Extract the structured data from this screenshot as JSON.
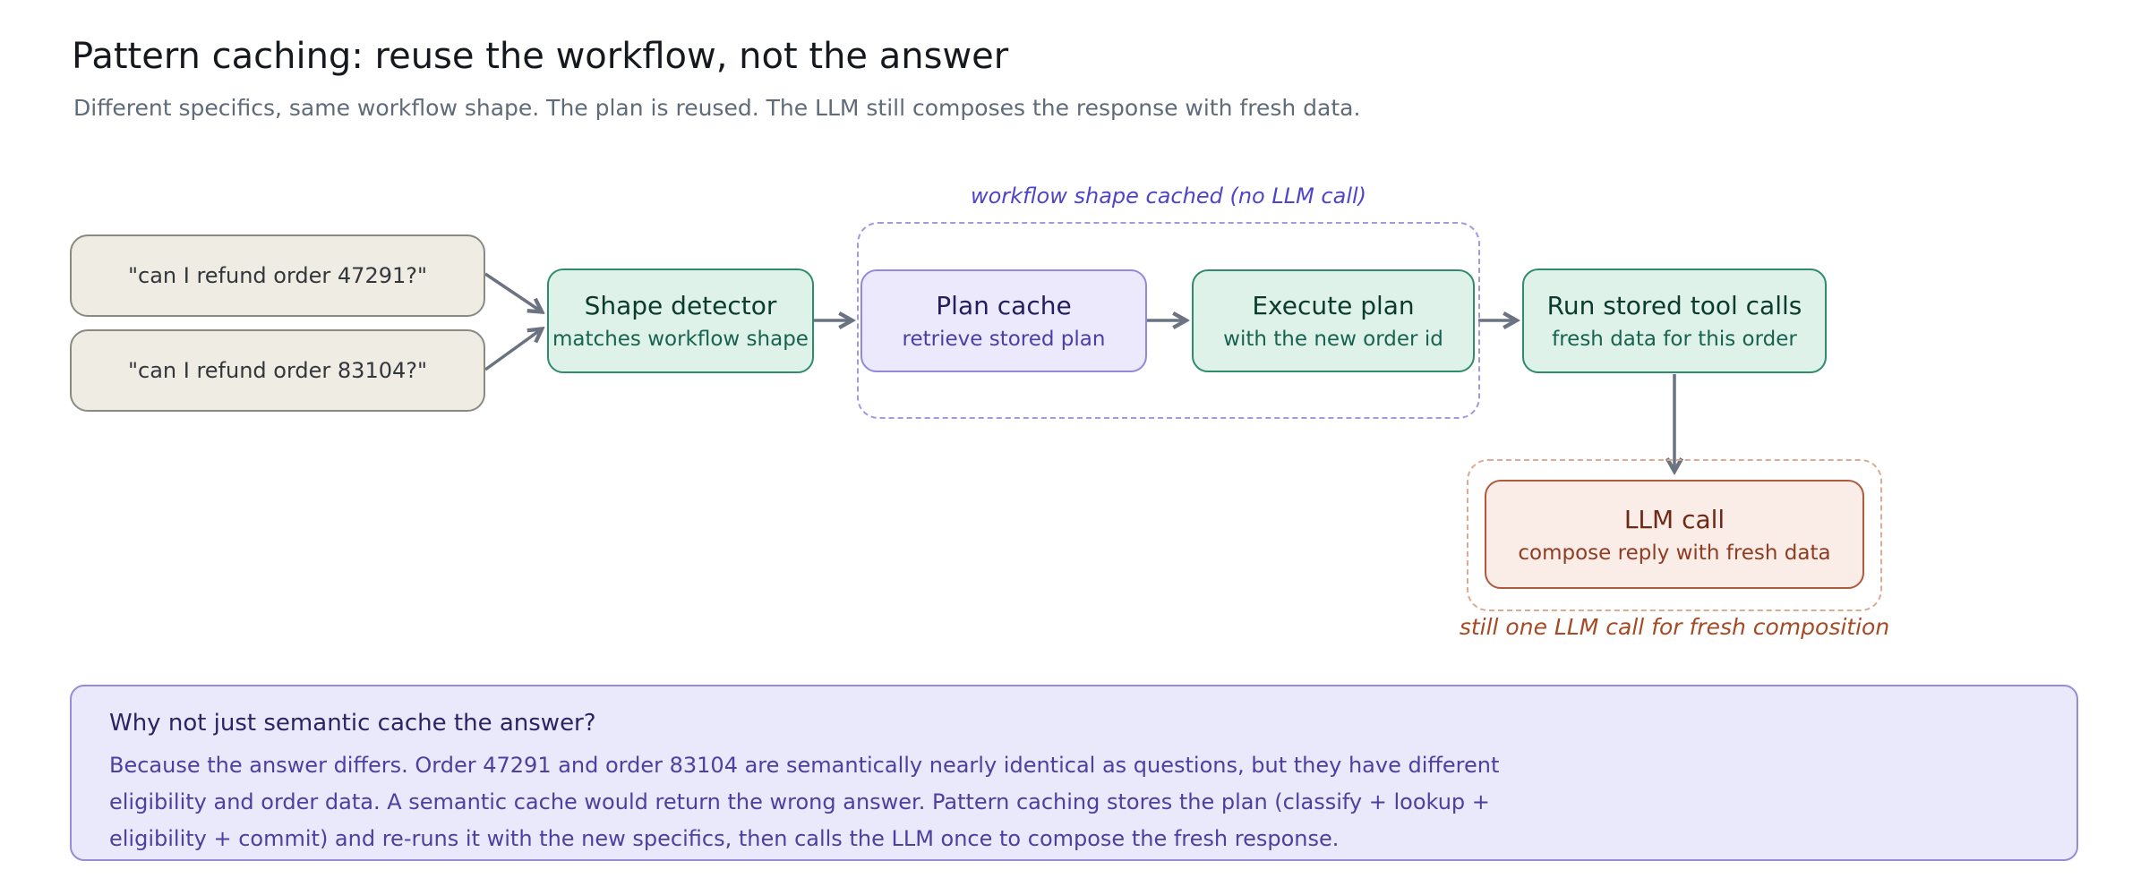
{
  "header": {
    "title": "Pattern caching: reuse the workflow, not the answer",
    "subtitle": "Different specifics, same workflow shape. The plan is reused. The LLM still composes the response with fresh data."
  },
  "diagram": {
    "inputs": [
      {
        "label": "\"can I refund order 47291?\""
      },
      {
        "label": "\"can I refund order 83104?\""
      }
    ],
    "nodes": {
      "shape_detector": {
        "title": "Shape detector",
        "subtitle": "matches workflow shape"
      },
      "plan_cache": {
        "title": "Plan cache",
        "subtitle": "retrieve stored plan"
      },
      "execute_plan": {
        "title": "Execute plan",
        "subtitle": "with the new order id"
      },
      "run_tools": {
        "title": "Run stored tool calls",
        "subtitle": "fresh data for this order"
      },
      "llm_call": {
        "title": "LLM call",
        "subtitle": "compose reply with fresh data"
      }
    },
    "cached_group_label": "workflow shape cached (no LLM call)",
    "llm_group_caption": "still one LLM call for fresh composition"
  },
  "callout": {
    "heading": "Why not just semantic cache the answer?",
    "body_lines": [
      "Because the answer differs. Order 47291 and order 83104 are semantically nearly identical as questions, but they have different",
      "eligibility and order data. A semantic cache would return the wrong answer. Pattern caching stores the plan (classify + lookup +",
      "eligibility + commit) and re-runs it with the new specifics, then calls the LLM once to compose the fresh response."
    ]
  },
  "colors": {
    "canvas_bg": "#ffffff",
    "title_text": "#15181d",
    "subtitle_text": "#5f6b79",
    "arrow": "#6b7383",
    "input_fill": "#efece3",
    "input_border": "#8a8a82",
    "input_text": "#33373c",
    "green_fill": "#def2e9",
    "green_border": "#2e8b6d",
    "green_title": "#0a3b2d",
    "green_sub": "#176350",
    "purple_fill": "#ebe9fb",
    "purple_border": "#9289dd",
    "purple_title": "#241d5e",
    "purple_sub": "#4a3fa5",
    "cache_group_border": "#a09ae0",
    "cache_group_label": "#4f45c8",
    "peach_fill": "#faece6",
    "peach_border": "#b05a3c",
    "peach_title": "#6e2918",
    "peach_sub": "#8e3d24",
    "llm_group_border": "#ddab94",
    "llm_group_caption": "#a64a24",
    "panel_fill": "#eae8fb",
    "panel_border": "#958dd8",
    "panel_heading": "#2b2364",
    "panel_body": "#4c40a0"
  }
}
